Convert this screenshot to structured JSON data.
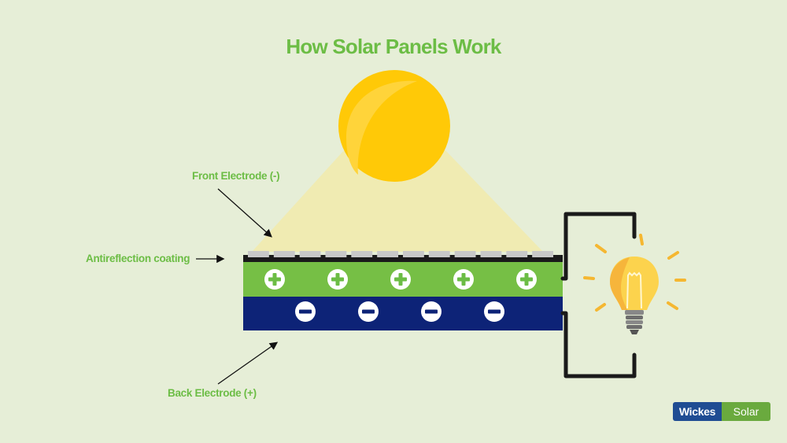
{
  "title": "How Solar Panels Work",
  "labels": {
    "front_electrode": "Front Electrode (-)",
    "antireflection": "Antireflection coating",
    "back_electrode": "Back Electrode (+)"
  },
  "panel": {
    "positive_symbol": "+",
    "negative_symbol": "−",
    "positive_count": 5,
    "negative_count": 4,
    "coating_segments": 12
  },
  "brand": {
    "name": "Wickes",
    "product": "Solar"
  },
  "colors": {
    "background": "#e6eed7",
    "accent_green": "#6cbd45",
    "p_layer": "#76bf45",
    "n_layer": "#0d2377",
    "sun": "#ffc907",
    "bulb": "#fcd34d",
    "brand_blue": "#1f4c93",
    "brand_green": "#6aaa3e"
  }
}
